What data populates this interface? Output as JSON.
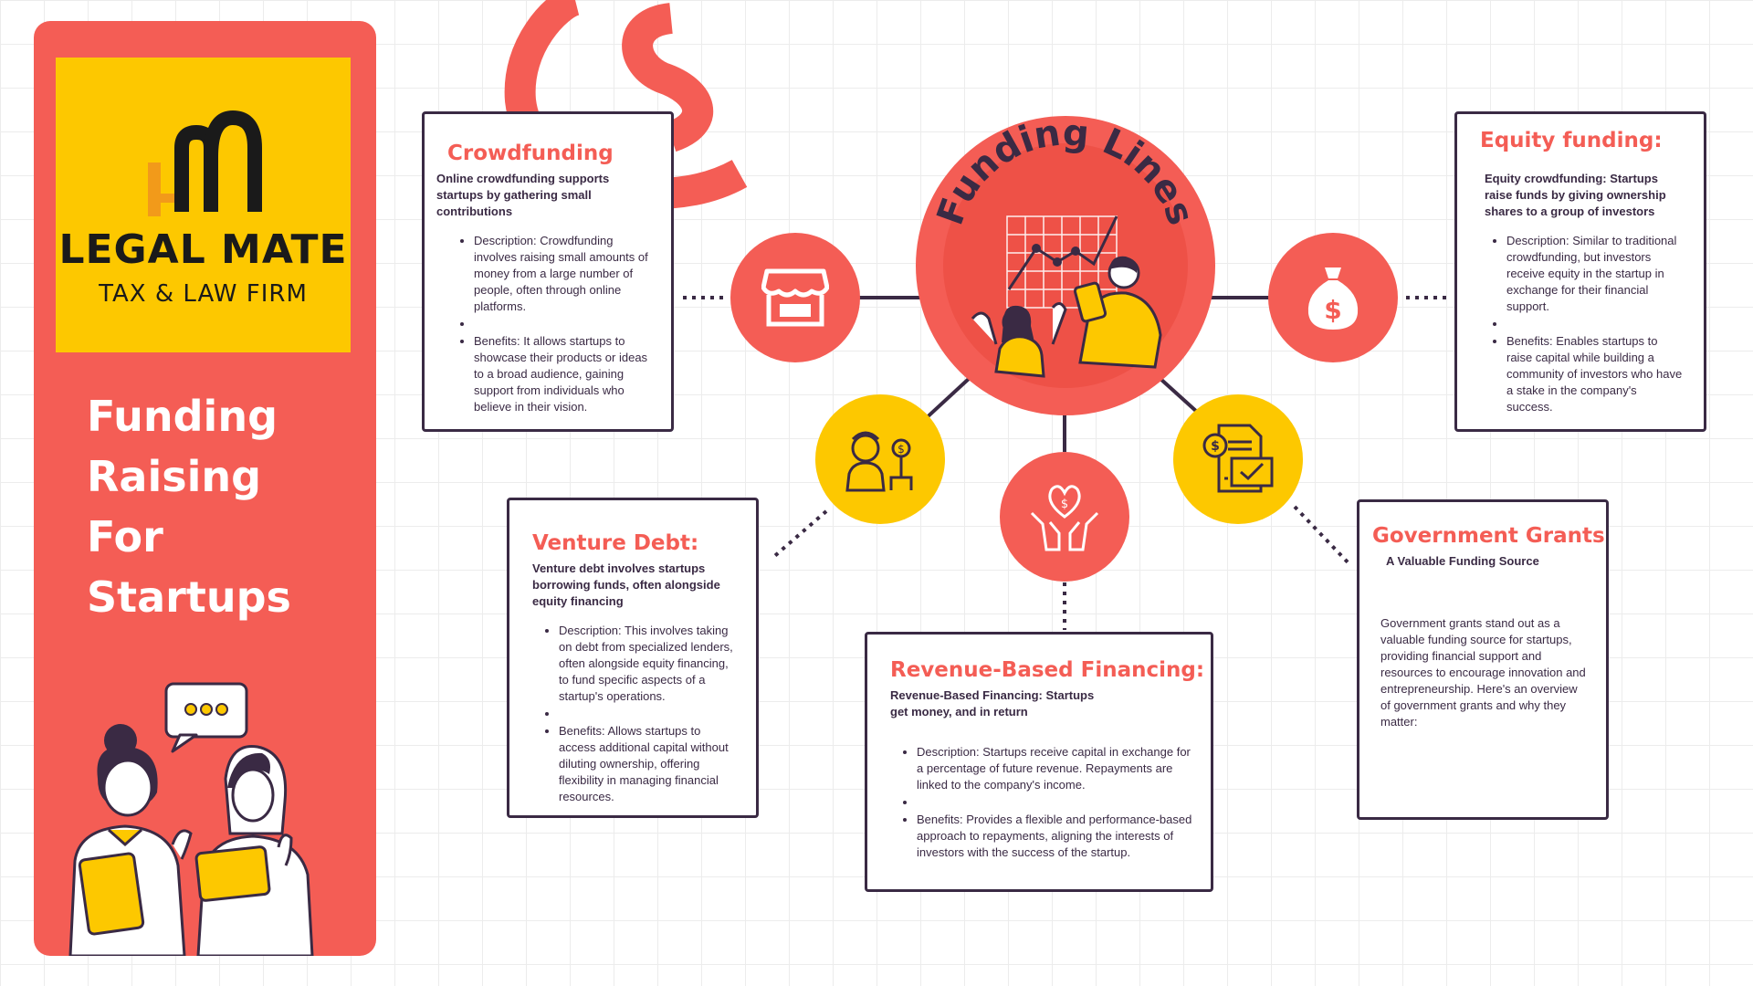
{
  "brand": {
    "name": "LEGAL MATE",
    "tagline": "TAX & LAW FIRM"
  },
  "title_lines": [
    "Funding",
    "Raising",
    "For",
    "Startups"
  ],
  "speech_bubble": "•••",
  "center": {
    "label": "Funding Lines"
  },
  "cards": {
    "crowdfunding": {
      "title": "Crowdfunding",
      "subtitle": "Online crowdfunding supports startups by gathering small contributions",
      "bullets": [
        "Description: Crowdfunding involves raising small amounts of money from a large number of people, often through online platforms.",
        "",
        "Benefits: It allows startups to showcase their products or ideas to a broad audience, gaining support from individuals who believe in their vision."
      ]
    },
    "equity": {
      "title": "Equity funding:",
      "subtitle": "Equity crowdfunding: Startups raise funds by giving ownership shares to a group of investors",
      "bullets": [
        "Description: Similar to traditional crowdfunding, but investors receive equity in the startup in exchange for their financial support.",
        "",
        "Benefits: Enables startups to raise capital while building a community of investors who have a stake in the company's success."
      ]
    },
    "venture": {
      "title": "Venture Debt:",
      "subtitle": "Venture debt involves startups borrowing funds, often alongside equity financing",
      "bullets": [
        "Description: This involves taking on debt from specialized lenders, often alongside equity financing, to fund specific aspects of a startup's operations.",
        "",
        "Benefits: Allows startups to access additional capital without diluting ownership, offering flexibility in managing financial resources."
      ]
    },
    "revenue": {
      "title": "Revenue-Based Financing:",
      "subtitle": "Revenue-Based Financing: Startups get money, and in return",
      "bullets": [
        "Description: Startups receive capital in exchange for a percentage of future revenue. Repayments are linked to the company's income.",
        "",
        "Benefits: Provides a flexible and performance-based approach to repayments, aligning the interests of investors with the success of the startup."
      ]
    },
    "grants": {
      "title": "Government Grants",
      "subtitle": "A Valuable Funding Source",
      "body": "Government grants stand out as a valuable funding source for startups, providing financial support and resources to encourage innovation and entrepreneurship. Here's an overview of government grants and why they matter:"
    }
  },
  "icons": {
    "store": "store-icon",
    "money_bag": "money-bag-icon",
    "investor": "investor-icon",
    "handshake": "handshake-heart-icon",
    "invoice": "invoice-icon",
    "dollar_sign": "dollar-sign"
  },
  "colors": {
    "accent_red": "#f45d55",
    "accent_yellow": "#fdc800",
    "dark": "#3a2a44"
  }
}
